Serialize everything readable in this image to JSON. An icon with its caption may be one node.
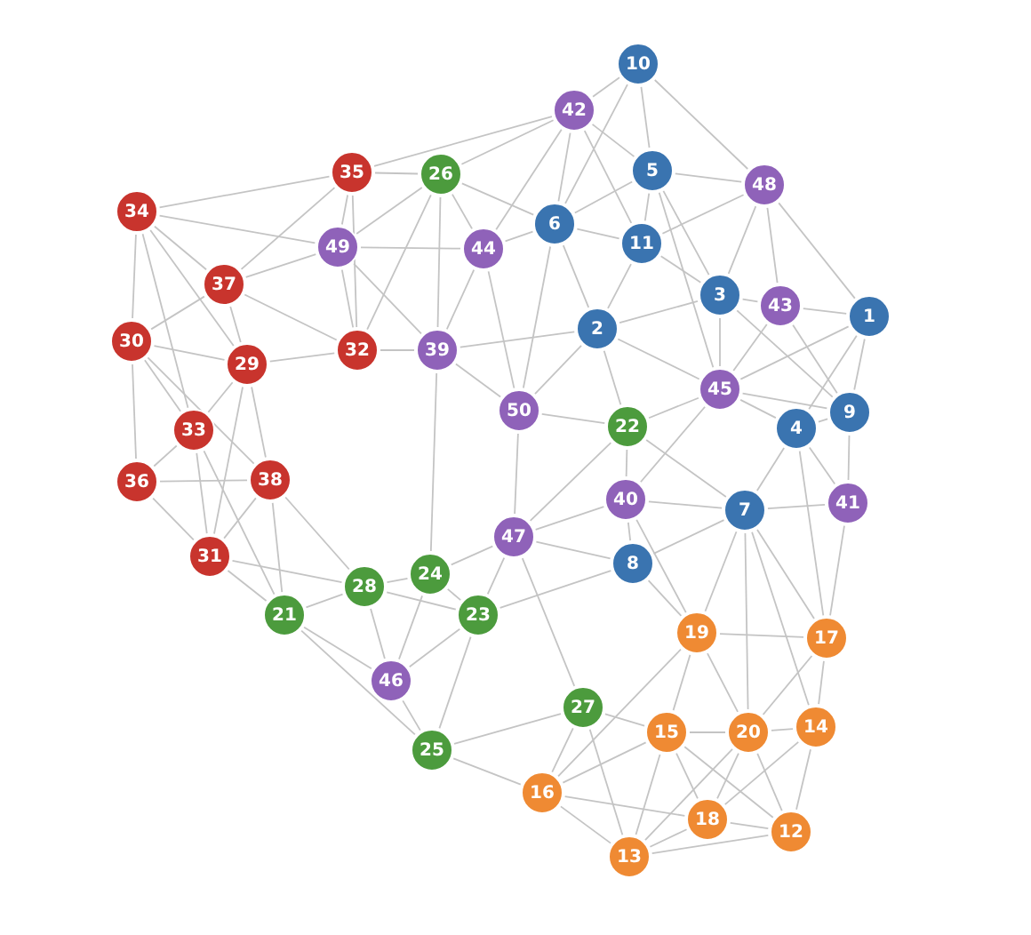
{
  "diagram": {
    "nodes": [
      {
        "text": [
          "1"
        ]
      },
      {
        "text": [
          "2"
        ]
      },
      {
        "text": [
          "3"
        ]
      },
      {
        "text": [
          "4"
        ]
      },
      {
        "text": [
          "5"
        ]
      },
      {
        "text": [
          "6"
        ]
      },
      {
        "text": [
          "7"
        ]
      },
      {
        "text": [
          "8"
        ]
      },
      {
        "text": [
          "9"
        ]
      },
      {
        "text": [
          "10"
        ]
      },
      {
        "text": [
          "11"
        ]
      },
      {
        "text": [
          "12"
        ]
      },
      {
        "text": [
          "13"
        ]
      },
      {
        "text": [
          "14"
        ]
      },
      {
        "text": [
          "15"
        ]
      },
      {
        "text": [
          "16"
        ]
      },
      {
        "text": [
          "17"
        ]
      },
      {
        "text": [
          "18"
        ]
      },
      {
        "text": [
          "19"
        ]
      },
      {
        "text": [
          "20"
        ]
      },
      {
        "text": [
          "21"
        ]
      },
      {
        "text": [
          "22"
        ]
      },
      {
        "text": [
          "23"
        ]
      },
      {
        "text": [
          "24"
        ]
      },
      {
        "text": [
          "25"
        ]
      },
      {
        "text": [
          "26"
        ]
      },
      {
        "text": [
          "27"
        ]
      },
      {
        "text": [
          "28"
        ]
      },
      {
        "text": [
          "29"
        ]
      },
      {
        "text": [
          "30"
        ]
      },
      {
        "text": [
          "31"
        ]
      },
      {
        "text": [
          "32"
        ]
      },
      {
        "text": [
          "33"
        ]
      },
      {
        "text": [
          "34"
        ]
      },
      {
        "text": [
          "35"
        ]
      },
      {
        "text": [
          "36"
        ]
      },
      {
        "text": [
          "37"
        ]
      },
      {
        "text": [
          "38"
        ]
      },
      {
        "text": [
          "39"
        ]
      },
      {
        "text": [
          "40"
        ]
      },
      {
        "text": [
          "41"
        ]
      },
      {
        "text": [
          "42"
        ]
      },
      {
        "text": [
          "43"
        ]
      },
      {
        "text": [
          "44"
        ]
      },
      {
        "text": [
          "45"
        ]
      },
      {
        "text": [
          "46"
        ]
      },
      {
        "text": [
          "47"
        ]
      },
      {
        "text": [
          "48"
        ]
      },
      {
        "text": [
          "49"
        ]
      },
      {
        "text": [
          "50"
        ]
      }
    ],
    "edges": [
      {
        "from": 33,
        "to": 34,
        "arrow": "none"
      },
      {
        "from": 33,
        "to": 29,
        "arrow": "none"
      },
      {
        "from": 33,
        "to": 36,
        "arrow": "none"
      },
      {
        "from": 33,
        "to": 48,
        "arrow": "none"
      },
      {
        "from": 29,
        "to": 35,
        "arrow": "none"
      },
      {
        "from": 35,
        "to": 30,
        "arrow": "none"
      },
      {
        "from": 30,
        "to": 20,
        "arrow": "none"
      },
      {
        "from": 20,
        "to": 45,
        "arrow": "none"
      },
      {
        "from": 45,
        "to": 24,
        "arrow": "none"
      },
      {
        "from": 24,
        "to": 15,
        "arrow": "none"
      },
      {
        "from": 15,
        "to": 12,
        "arrow": "none"
      },
      {
        "from": 12,
        "to": 17,
        "arrow": "none"
      },
      {
        "from": 17,
        "to": 11,
        "arrow": "none"
      },
      {
        "from": 11,
        "to": 13,
        "arrow": "none"
      },
      {
        "from": 13,
        "to": 16,
        "arrow": "none"
      },
      {
        "from": 16,
        "to": 40,
        "arrow": "none"
      },
      {
        "from": 40,
        "to": 8,
        "arrow": "none"
      },
      {
        "from": 8,
        "to": 0,
        "arrow": "none"
      },
      {
        "from": 0,
        "to": 42,
        "arrow": "none"
      },
      {
        "from": 0,
        "to": 47,
        "arrow": "none"
      },
      {
        "from": 47,
        "to": 9,
        "arrow": "none"
      },
      {
        "from": 9,
        "to": 41,
        "arrow": "none"
      },
      {
        "from": 41,
        "to": 34,
        "arrow": "none"
      },
      {
        "from": 34,
        "to": 25,
        "arrow": "none"
      },
      {
        "from": 25,
        "to": 5,
        "arrow": "none"
      },
      {
        "from": 5,
        "to": 41,
        "arrow": "none"
      },
      {
        "from": 41,
        "to": 4,
        "arrow": "none"
      },
      {
        "from": 9,
        "to": 4,
        "arrow": "none"
      },
      {
        "from": 4,
        "to": 44,
        "arrow": "none"
      },
      {
        "from": 9,
        "to": 5,
        "arrow": "none"
      },
      {
        "from": 47,
        "to": 42,
        "arrow": "none"
      },
      {
        "from": 47,
        "to": 2,
        "arrow": "none"
      },
      {
        "from": 47,
        "to": 4,
        "arrow": "none"
      },
      {
        "from": 47,
        "to": 10,
        "arrow": "none"
      },
      {
        "from": 42,
        "to": 2,
        "arrow": "none"
      },
      {
        "from": 2,
        "to": 44,
        "arrow": "none"
      },
      {
        "from": 44,
        "to": 3,
        "arrow": "none"
      },
      {
        "from": 3,
        "to": 8,
        "arrow": "none"
      },
      {
        "from": 40,
        "to": 6,
        "arrow": "none"
      },
      {
        "from": 6,
        "to": 3,
        "arrow": "none"
      },
      {
        "from": 6,
        "to": 16,
        "arrow": "none"
      },
      {
        "from": 16,
        "to": 18,
        "arrow": "none"
      },
      {
        "from": 18,
        "to": 14,
        "arrow": "none"
      },
      {
        "from": 14,
        "to": 17,
        "arrow": "none"
      },
      {
        "from": 14,
        "to": 12,
        "arrow": "none"
      },
      {
        "from": 19,
        "to": 17,
        "arrow": "none"
      },
      {
        "from": 19,
        "to": 11,
        "arrow": "none"
      },
      {
        "from": 19,
        "to": 13,
        "arrow": "none"
      },
      {
        "from": 15,
        "to": 17,
        "arrow": "none"
      },
      {
        "from": 12,
        "to": 11,
        "arrow": "none"
      },
      {
        "from": 12,
        "to": 19,
        "arrow": "none"
      },
      {
        "from": 13,
        "to": 17,
        "arrow": "none"
      },
      {
        "from": 18,
        "to": 19,
        "arrow": "none"
      },
      {
        "from": 26,
        "to": 15,
        "arrow": "none"
      },
      {
        "from": 26,
        "to": 12,
        "arrow": "none"
      },
      {
        "from": 24,
        "to": 22,
        "arrow": "none"
      },
      {
        "from": 22,
        "to": 23,
        "arrow": "none"
      },
      {
        "from": 23,
        "to": 27,
        "arrow": "none"
      },
      {
        "from": 27,
        "to": 20,
        "arrow": "none"
      },
      {
        "from": 20,
        "to": 37,
        "arrow": "none"
      },
      {
        "from": 37,
        "to": 30,
        "arrow": "none"
      },
      {
        "from": 30,
        "to": 32,
        "arrow": "none"
      },
      {
        "from": 32,
        "to": 35,
        "arrow": "none"
      },
      {
        "from": 32,
        "to": 29,
        "arrow": "none"
      },
      {
        "from": 28,
        "to": 36,
        "arrow": "none"
      },
      {
        "from": 28,
        "to": 32,
        "arrow": "none"
      },
      {
        "from": 28,
        "to": 31,
        "arrow": "none"
      },
      {
        "from": 31,
        "to": 38,
        "arrow": "none"
      },
      {
        "from": 38,
        "to": 43,
        "arrow": "none"
      },
      {
        "from": 43,
        "to": 25,
        "arrow": "none"
      },
      {
        "from": 48,
        "to": 34,
        "arrow": "none"
      },
      {
        "from": 48,
        "to": 25,
        "arrow": "none"
      },
      {
        "from": 36,
        "to": 29,
        "arrow": "none"
      },
      {
        "from": 36,
        "to": 34,
        "arrow": "none"
      },
      {
        "from": 36,
        "to": 31,
        "arrow": "none"
      },
      {
        "from": 29,
        "to": 28,
        "arrow": "none"
      },
      {
        "from": 35,
        "to": 37,
        "arrow": "none"
      },
      {
        "from": 37,
        "to": 28,
        "arrow": "none"
      },
      {
        "from": 27,
        "to": 45,
        "arrow": "none"
      },
      {
        "from": 45,
        "to": 22,
        "arrow": "none"
      },
      {
        "from": 23,
        "to": 46,
        "arrow": "none"
      },
      {
        "from": 46,
        "to": 39,
        "arrow": "none"
      },
      {
        "from": 39,
        "to": 7,
        "arrow": "none"
      },
      {
        "from": 7,
        "to": 6,
        "arrow": "none"
      },
      {
        "from": 39,
        "to": 21,
        "arrow": "none"
      },
      {
        "from": 21,
        "to": 1,
        "arrow": "none"
      },
      {
        "from": 1,
        "to": 5,
        "arrow": "none"
      },
      {
        "from": 1,
        "to": 10,
        "arrow": "none"
      },
      {
        "from": 10,
        "to": 5,
        "arrow": "none"
      },
      {
        "from": 10,
        "to": 4,
        "arrow": "none"
      },
      {
        "from": 1,
        "to": 2,
        "arrow": "none"
      },
      {
        "from": 46,
        "to": 26,
        "arrow": "none"
      },
      {
        "from": 21,
        "to": 44,
        "arrow": "none"
      },
      {
        "from": 44,
        "to": 39,
        "arrow": "none"
      },
      {
        "from": 49,
        "to": 1,
        "arrow": "none"
      },
      {
        "from": 49,
        "to": 21,
        "arrow": "none"
      },
      {
        "from": 49,
        "to": 38,
        "arrow": "none"
      },
      {
        "from": 46,
        "to": 49,
        "arrow": "none"
      },
      {
        "from": 46,
        "to": 22,
        "arrow": "none"
      },
      {
        "from": 39,
        "to": 6,
        "arrow": "none"
      },
      {
        "from": 40,
        "to": 3,
        "arrow": "none"
      },
      {
        "from": 42,
        "to": 44,
        "arrow": "none"
      },
      {
        "from": 42,
        "to": 8,
        "arrow": "none"
      },
      {
        "from": 0,
        "to": 3,
        "arrow": "none"
      },
      {
        "from": 0,
        "to": 44,
        "arrow": "none"
      },
      {
        "from": 7,
        "to": 18,
        "arrow": "none"
      },
      {
        "from": 18,
        "to": 6,
        "arrow": "none"
      },
      {
        "from": 19,
        "to": 6,
        "arrow": "none"
      },
      {
        "from": 16,
        "to": 19,
        "arrow": "none"
      },
      {
        "from": 11,
        "to": 14,
        "arrow": "none"
      },
      {
        "from": 14,
        "to": 26,
        "arrow": "none"
      },
      {
        "from": 24,
        "to": 26,
        "arrow": "none"
      },
      {
        "from": 15,
        "to": 14,
        "arrow": "none"
      },
      {
        "from": 27,
        "to": 30,
        "arrow": "none"
      },
      {
        "from": 20,
        "to": 24,
        "arrow": "none"
      },
      {
        "from": 23,
        "to": 38,
        "arrow": "none"
      },
      {
        "from": 22,
        "to": 7,
        "arrow": "none"
      },
      {
        "from": 32,
        "to": 20,
        "arrow": "none"
      },
      {
        "from": 31,
        "to": 48,
        "arrow": "none"
      },
      {
        "from": 43,
        "to": 5,
        "arrow": "none"
      },
      {
        "from": 43,
        "to": 48,
        "arrow": "none"
      },
      {
        "from": 25,
        "to": 38,
        "arrow": "none"
      },
      {
        "from": 48,
        "to": 38,
        "arrow": "none"
      },
      {
        "from": 4,
        "to": 5,
        "arrow": "none"
      },
      {
        "from": 41,
        "to": 25,
        "arrow": "none"
      },
      {
        "from": 41,
        "to": 43,
        "arrow": "none"
      },
      {
        "from": 41,
        "to": 10,
        "arrow": "none"
      },
      {
        "from": 4,
        "to": 2,
        "arrow": "none"
      },
      {
        "from": 10,
        "to": 2,
        "arrow": "none"
      },
      {
        "from": 2,
        "to": 8,
        "arrow": "none"
      },
      {
        "from": 44,
        "to": 8,
        "arrow": "none"
      },
      {
        "from": 21,
        "to": 6,
        "arrow": "none"
      },
      {
        "from": 39,
        "to": 18,
        "arrow": "none"
      },
      {
        "from": 46,
        "to": 7,
        "arrow": "none"
      },
      {
        "from": 23,
        "to": 45,
        "arrow": "none"
      },
      {
        "from": 27,
        "to": 22,
        "arrow": "none"
      },
      {
        "from": 27,
        "to": 37,
        "arrow": "none"
      },
      {
        "from": 30,
        "to": 28,
        "arrow": "none"
      },
      {
        "from": 36,
        "to": 48,
        "arrow": "none"
      },
      {
        "from": 33,
        "to": 32,
        "arrow": "none"
      },
      {
        "from": 33,
        "to": 28,
        "arrow": "none"
      },
      {
        "from": 29,
        "to": 37,
        "arrow": "none"
      },
      {
        "from": 34,
        "to": 31,
        "arrow": "none"
      },
      {
        "from": 25,
        "to": 31,
        "arrow": "none"
      },
      {
        "from": 43,
        "to": 49,
        "arrow": "none"
      },
      {
        "from": 5,
        "to": 49,
        "arrow": "none"
      },
      {
        "from": 1,
        "to": 44,
        "arrow": "none"
      },
      {
        "from": 1,
        "to": 38,
        "arrow": "none"
      },
      {
        "from": 21,
        "to": 46,
        "arrow": "none"
      },
      {
        "from": 3,
        "to": 16,
        "arrow": "none"
      },
      {
        "from": 6,
        "to": 13,
        "arrow": "none"
      },
      {
        "from": 18,
        "to": 15,
        "arrow": "none"
      },
      {
        "from": 19,
        "to": 14,
        "arrow": "none"
      }
    ]
  }
}
